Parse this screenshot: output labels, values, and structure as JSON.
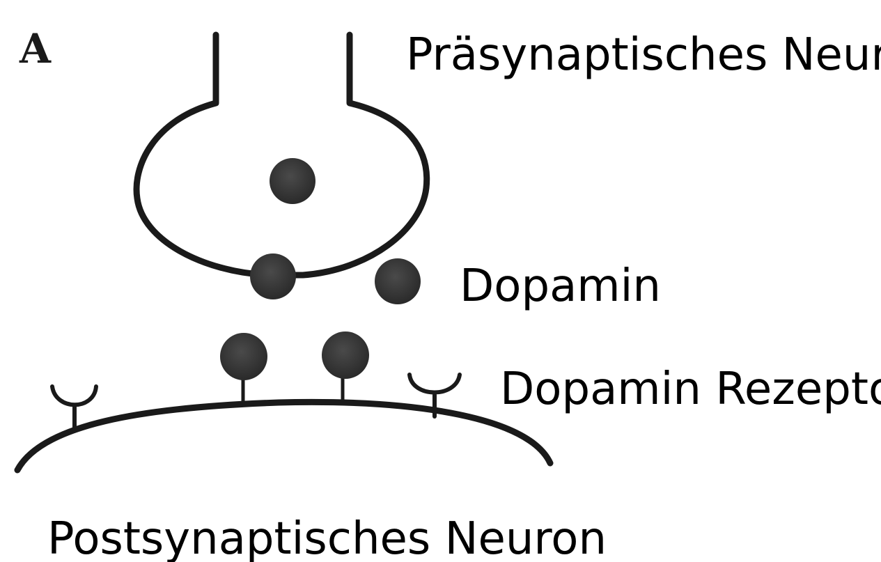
{
  "panel_letter": "A",
  "labels": {
    "presynaptic": "Präsynaptisches Neuron",
    "dopamine": "Dopamin",
    "receptor": "Dopamin Rezeptor",
    "postsynaptic": "Postsynaptisches Neuron"
  },
  "colors": {
    "line": "#1a1a1a",
    "molecule": "#3a3a3a",
    "molecule_texture": "#5a5a5a",
    "text": "#000000",
    "background": "#ffffff"
  }
}
